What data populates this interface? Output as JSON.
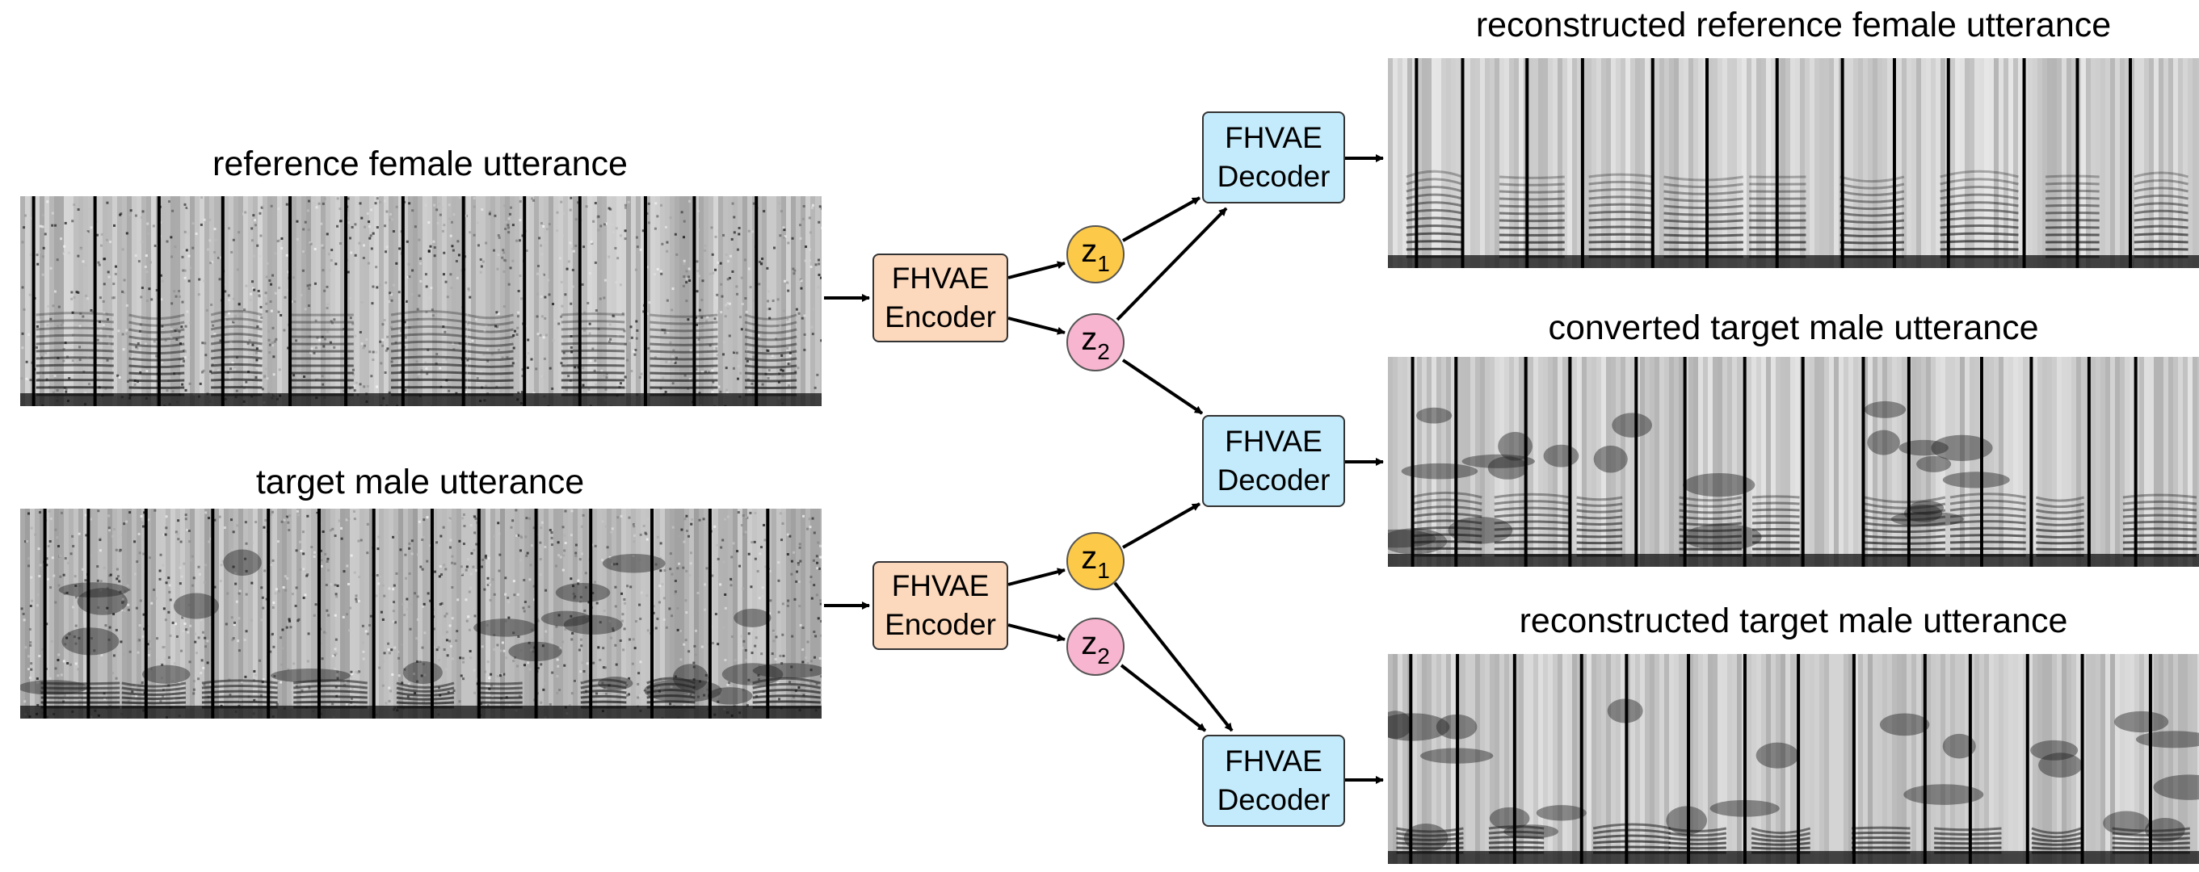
{
  "inputs": {
    "reference_title": "reference female utterance",
    "target_title": "target male utterance"
  },
  "outputs": {
    "reconstructed_reference_title": "reconstructed reference female utterance",
    "converted_title": "converted target male utterance",
    "reconstructed_target_title": "reconstructed target male utterance"
  },
  "encoder_label": "FHVAE\nEncoder",
  "decoder_label": "FHVAE\nDecoder",
  "latents": {
    "z1": {
      "name": "z",
      "sub": "1"
    },
    "z2": {
      "name": "z",
      "sub": "2"
    }
  },
  "colors": {
    "encoder_fill": "#fcd8bc",
    "decoder_fill": "#c4ebfb",
    "z1_fill": "#fcca48",
    "z2_fill": "#f8b5cf"
  }
}
